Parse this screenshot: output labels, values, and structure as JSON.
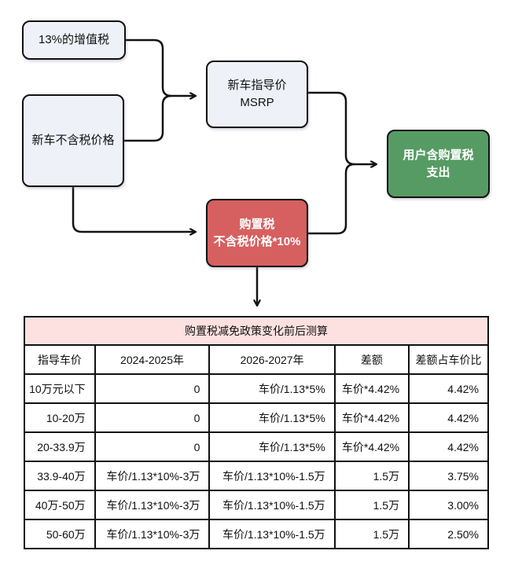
{
  "flowchart": {
    "nodes": {
      "vat": {
        "label": "13%的增值税"
      },
      "pretax": {
        "label": "新车不含税价格"
      },
      "msrp": {
        "line1": "新车指导价",
        "line2": "MSRP"
      },
      "tax": {
        "line1": "购置税",
        "line2": "不含税价格*10%"
      },
      "user": {
        "line1": "用户含购置税",
        "line2": "支出"
      }
    },
    "colors": {
      "light_node_bg": "#eef1f8",
      "red_node_bg": "#d66060",
      "green_node_bg": "#569b64",
      "edge": "#121212"
    }
  },
  "table": {
    "title": "购置税减免政策变化前后测算",
    "title_bg": "#fde1e1",
    "headers": [
      "指导车价",
      "2024-2025年",
      "2026-2027年",
      "差额",
      "差额占车价比"
    ],
    "rows": [
      [
        "10万元以下",
        "0",
        "车价/1.13*5%",
        "车价*4.42%",
        "4.42%"
      ],
      [
        "10-20万",
        "0",
        "车价/1.13*5%",
        "车价*4.42%",
        "4.42%"
      ],
      [
        "20-33.9万",
        "0",
        "车价/1.13*5%",
        "车价*4.42%",
        "4.42%"
      ],
      [
        "33.9-40万",
        "车价/1.13*10%-3万",
        "车价/1.13*10%-1.5万",
        "1.5万",
        "3.75%"
      ],
      [
        "40万-50万",
        "车价/1.13*10%-3万",
        "车价/1.13*10%-1.5万",
        "1.5万",
        "3.00%"
      ],
      [
        "50-60万",
        "车价/1.13*10%-3万",
        "车价/1.13*10%-1.5万",
        "1.5万",
        "2.50%"
      ]
    ]
  }
}
